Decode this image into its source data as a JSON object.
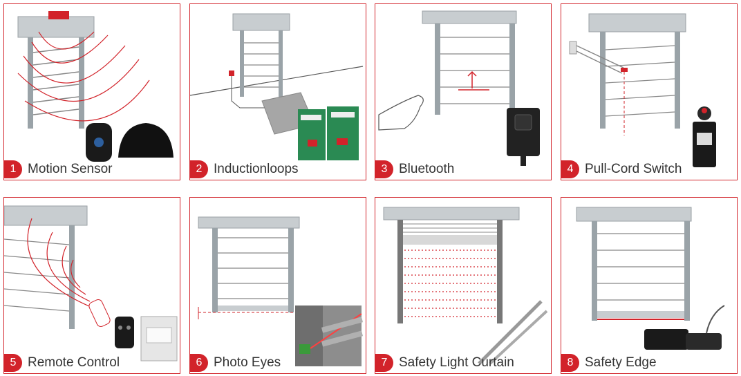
{
  "accent_color": "#d2232a",
  "cards": [
    {
      "number": "1",
      "label": "Motion Sensor"
    },
    {
      "number": "2",
      "label": "Inductionloops"
    },
    {
      "number": "3",
      "label": "Bluetooth"
    },
    {
      "number": "4",
      "label": "Pull-Cord Switch"
    },
    {
      "number": "5",
      "label": "Remote Control"
    },
    {
      "number": "6",
      "label": "Photo Eyes"
    },
    {
      "number": "7",
      "label": "Safety Light Curtain"
    },
    {
      "number": "8",
      "label": "Safety Edge"
    }
  ]
}
